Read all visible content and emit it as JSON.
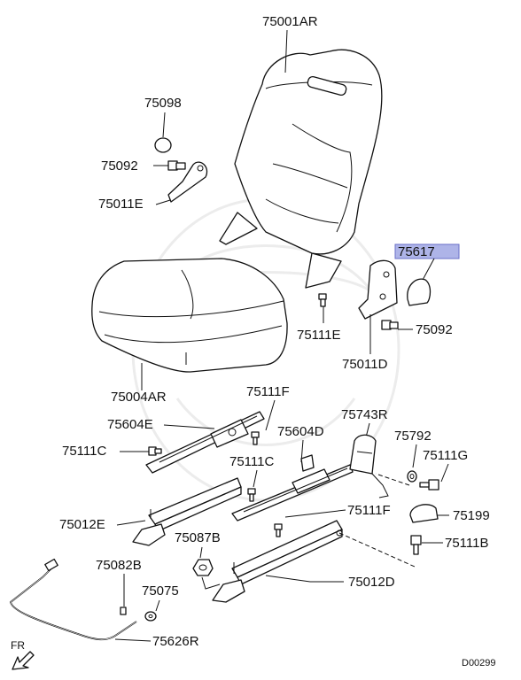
{
  "diagram": {
    "highlight_color": "#aeb4e8",
    "line_color": "#111111",
    "background": "#ffffff",
    "labels": {
      "seat_back": "75001AR",
      "plug": "75098",
      "bolt_left_upper": "75092",
      "bracket_left": "75011E",
      "bracket_right": "75011D",
      "cover_right": "75617",
      "bolt_right": "75092",
      "screw_left": "75111E",
      "cushion": "75004AR",
      "screw_f_upper": "75111F",
      "adjuster_e": "75604E",
      "adjuster_d": "75604D",
      "seatbelt": "75743R",
      "washer": "75792",
      "screw_c_left": "75111C",
      "screw_c_mid": "75111C",
      "screw_g": "75111G",
      "rail_left": "75012E",
      "screw_f_lower": "75111F",
      "cap": "75199",
      "nut": "75087B",
      "screw_b": "75111B",
      "pin": "75082B",
      "rail_right": "75012D",
      "ring": "75075",
      "cable": "75626R"
    },
    "direction": "FR",
    "diagram_id": "D00299"
  }
}
